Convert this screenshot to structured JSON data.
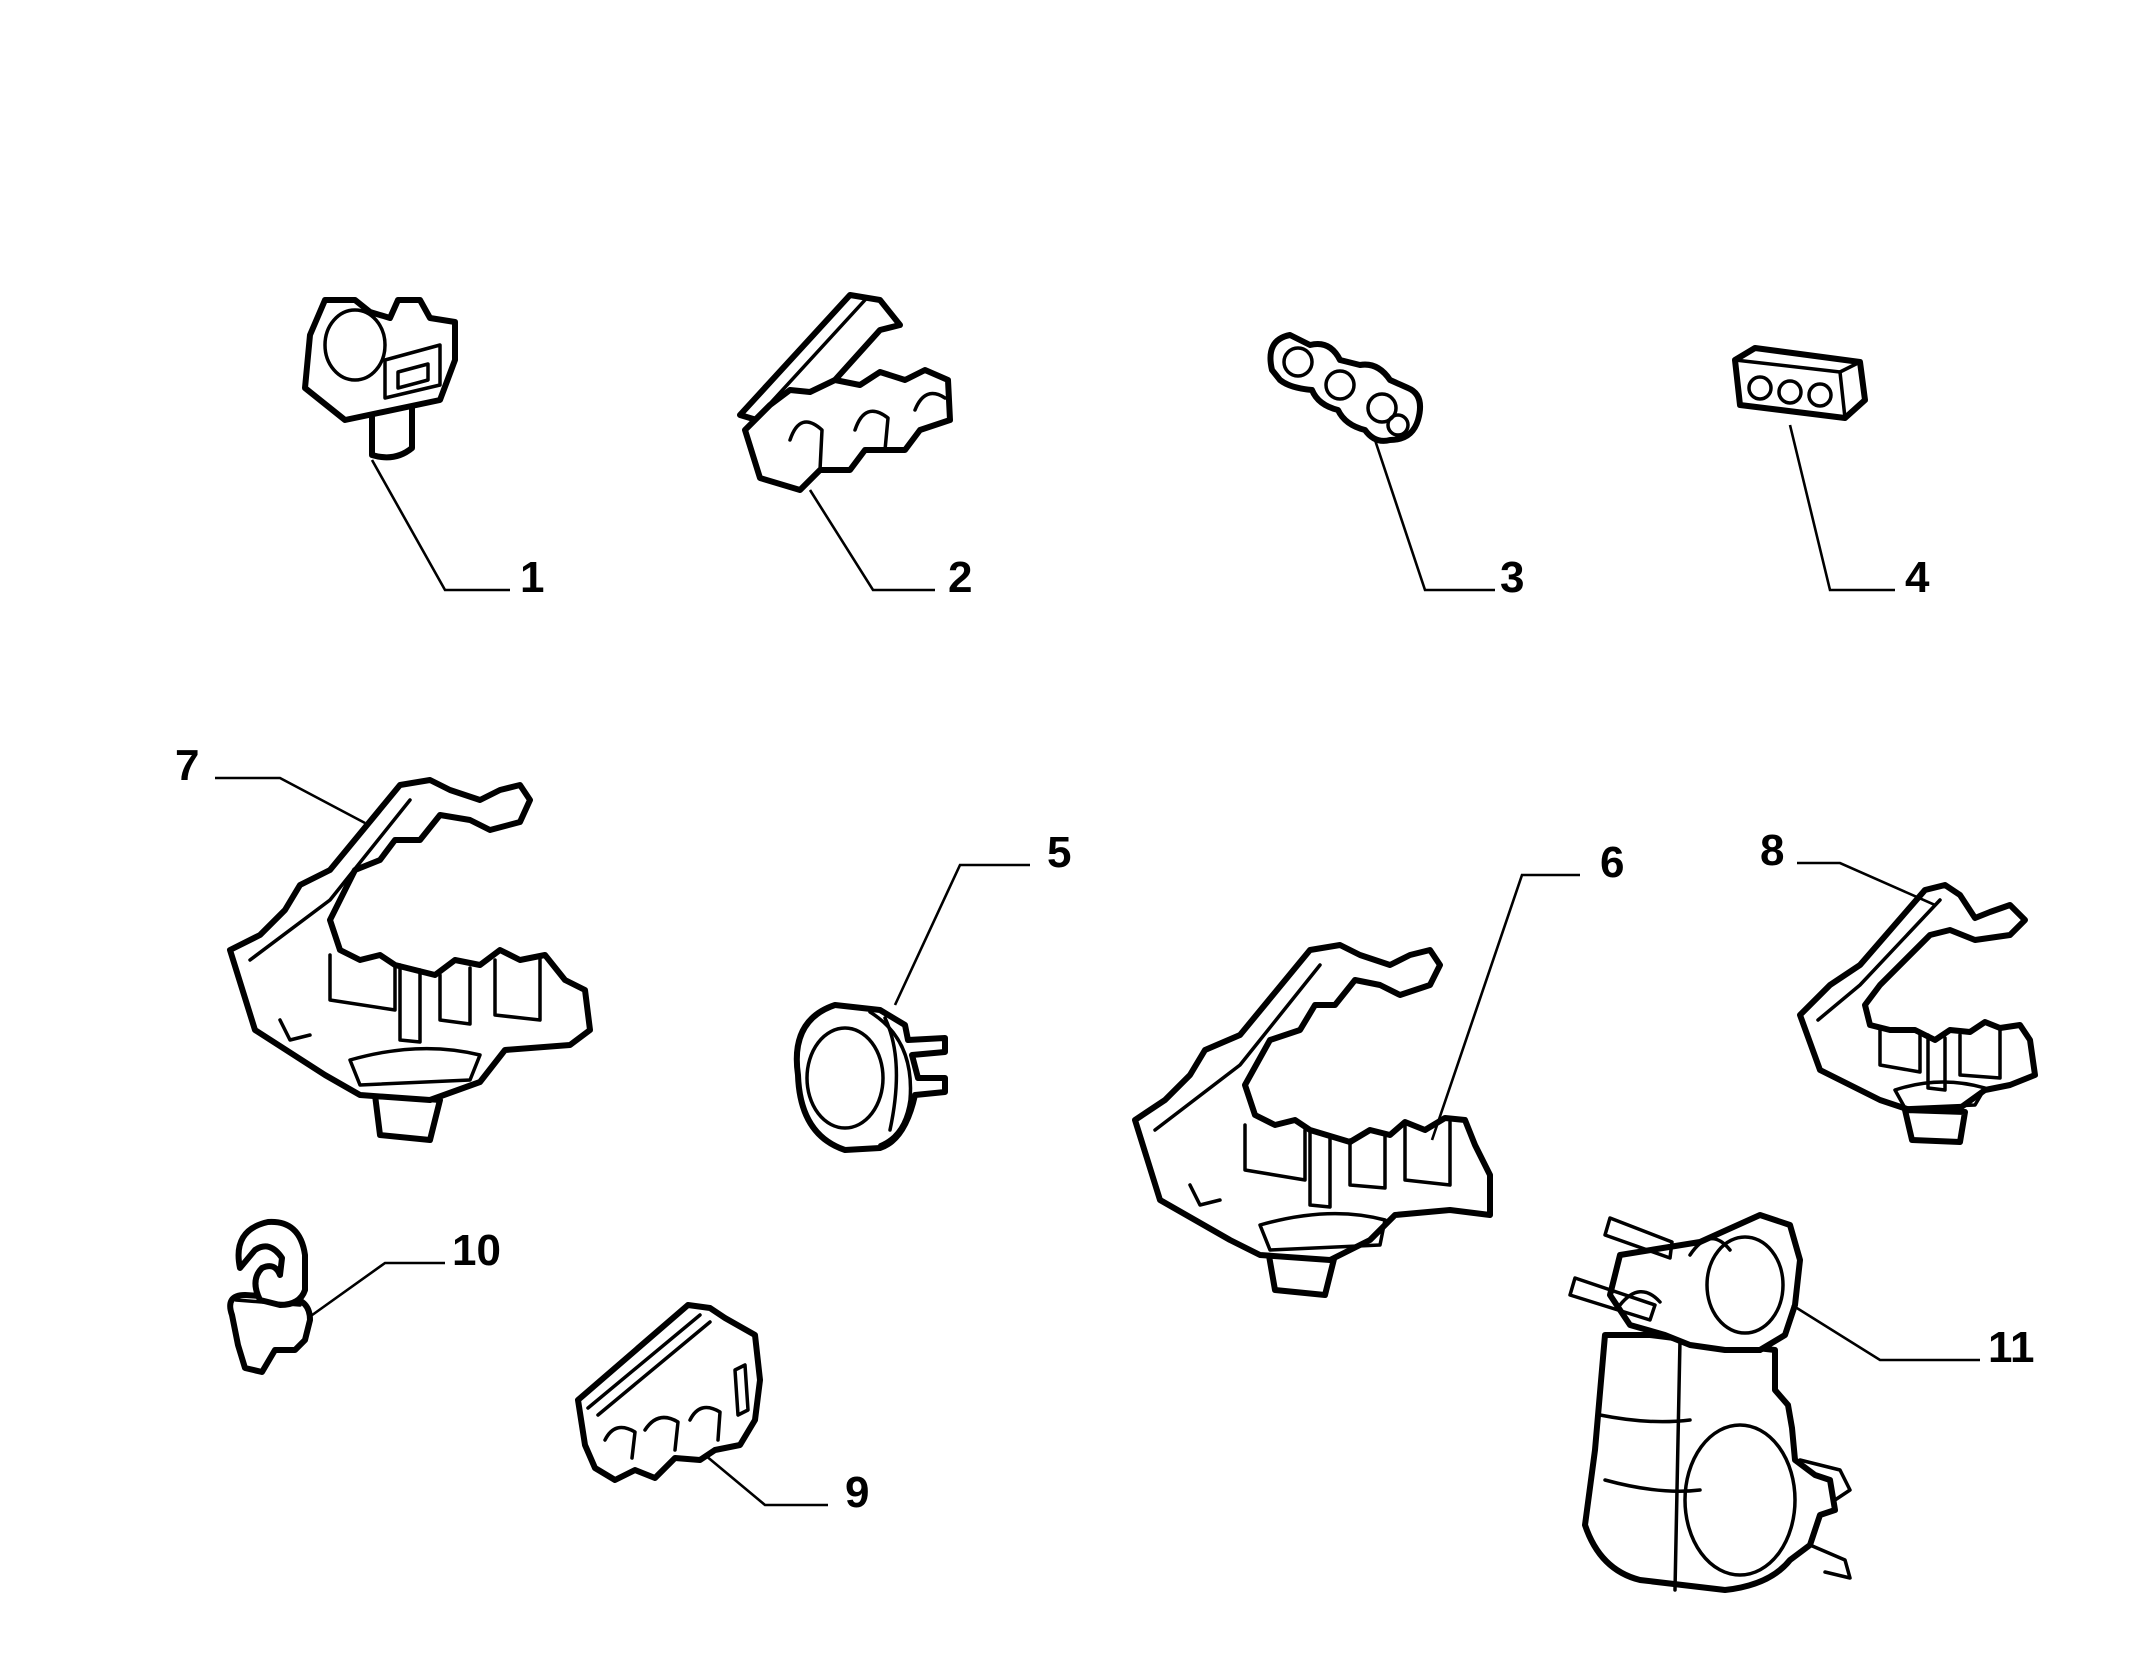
{
  "callouts": [
    {
      "id": 1,
      "label": "1"
    },
    {
      "id": 2,
      "label": "2"
    },
    {
      "id": 3,
      "label": "3"
    },
    {
      "id": 4,
      "label": "4"
    },
    {
      "id": 5,
      "label": "5"
    },
    {
      "id": 6,
      "label": "6"
    },
    {
      "id": 7,
      "label": "7"
    },
    {
      "id": 8,
      "label": "8"
    },
    {
      "id": 9,
      "label": "9"
    },
    {
      "id": 10,
      "label": "10"
    },
    {
      "id": 11,
      "label": "11"
    }
  ]
}
